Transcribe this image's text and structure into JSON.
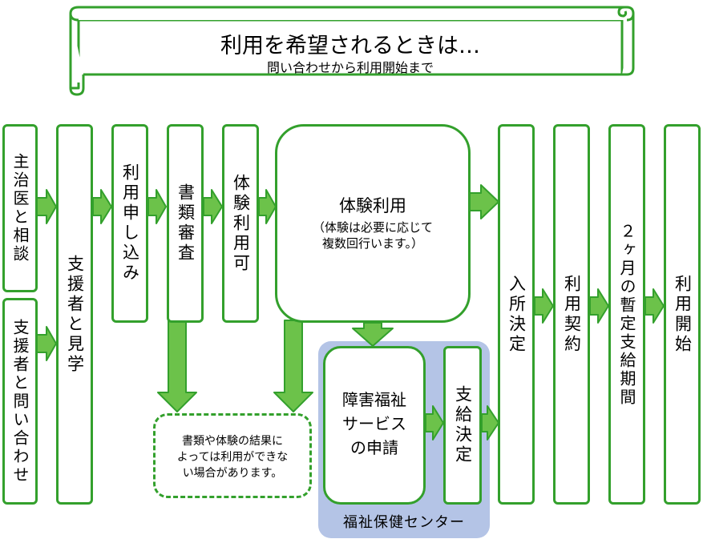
{
  "banner": {
    "title": "利用を希望されるときは…",
    "subtitle": "問い合わせから利用開始まで"
  },
  "steps": {
    "consult_doctor": "主治医と相談",
    "ask_supporter": "支援者と問い合わせ",
    "tour": "支援者と見学",
    "application": "利用申し込み",
    "document_review": "書類審査",
    "trial_ok": "体験利用可",
    "trial_title": "体験利用",
    "trial_note_1": "（体験は必要に応じて",
    "trial_note_2": "複数回行います。）",
    "welfare_apply_1": "障害福祉",
    "welfare_apply_2": "サービス",
    "welfare_apply_3": "の申請",
    "payment_decision": "支給決定",
    "admission": "入所決定",
    "contract": "利用契約",
    "provisional": "２ヶ月の暫定支給期間",
    "start": "利用開始"
  },
  "note": {
    "line1": "書類や体験の結果に",
    "line2": "よっては利用ができな",
    "line3": "い場合があります。"
  },
  "center_label": "福祉保健センター",
  "colors": {
    "green": "#33a02c",
    "arrow_fill": "#6cc24a",
    "center_bg": "#b4c4e6"
  }
}
